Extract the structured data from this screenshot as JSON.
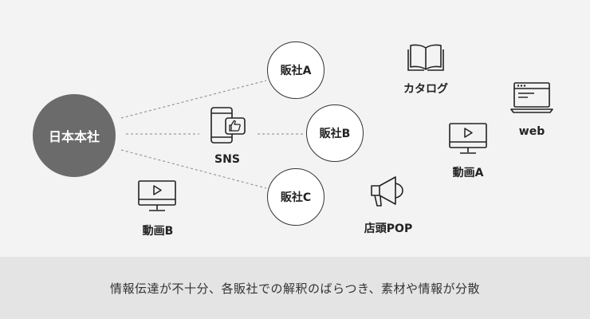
{
  "nodes": {
    "hq": "日本本社",
    "dealer_a": "販社A",
    "dealer_b": "販社B",
    "dealer_c": "販社C"
  },
  "items": {
    "catalog": "カタログ",
    "web": "web",
    "sns": "SNS",
    "video_a": "動画A",
    "video_b": "動画B",
    "store_pop": "店頭POP"
  },
  "icons": {
    "catalog": "book-icon",
    "web": "laptop-icon",
    "sns": "smartphone-like-icon",
    "video_a": "video-monitor-icon",
    "video_b": "video-monitor-icon",
    "store_pop": "megaphone-icon"
  },
  "caption": "情報伝達が不十分、各販社での解釈のばらつき、素材や情報が分散",
  "colors": {
    "background": "#f3f3f3",
    "footer": "#e4e4e4",
    "hq": "#6b6b6b",
    "line": "#888888"
  }
}
